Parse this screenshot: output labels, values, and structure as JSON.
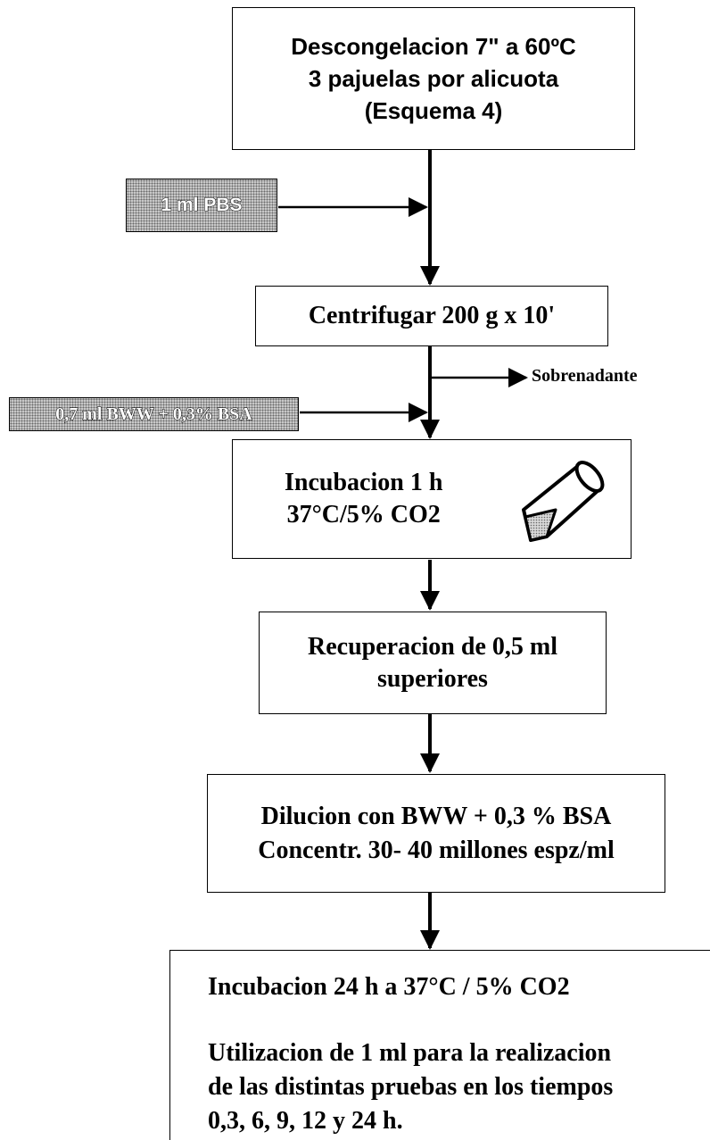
{
  "steps": {
    "thaw": {
      "line1": "Descongelacion  7\" a 60ºC",
      "line2": "3 pajuelas por alicuota",
      "line3": "(Esquema 4)"
    },
    "centrifuge": {
      "text": "Centrifugar 200 g x 10'"
    },
    "incubation1": {
      "line1": "Incubacion 1 h",
      "line2": "37°C/5% CO2"
    },
    "recovery": {
      "line1": "Recuperacion de 0,5 ml",
      "line2": "superiores"
    },
    "dilution": {
      "line1": "Dilucion con BWW + 0,3 % BSA",
      "line2": "Concentr. 30- 40 millones espz/ml"
    },
    "final": {
      "line1": "Incubacion 24 h a 37°C / 5% CO2",
      "line2": "Utilizacion de 1 ml para la realizacion",
      "line3": "de las distintas pruebas en los tiempos",
      "line4": "0,3, 6, 9, 12 y 24 h."
    }
  },
  "inputs": {
    "pbs": "1 ml PBS",
    "bww": "0,7 ml BWW + 0,3% BSA"
  },
  "outputs": {
    "supernatant": "Sobrenadante"
  },
  "icons": {
    "tube": "test-tube-icon"
  },
  "colors": {
    "input_fill": "#c8c8c8",
    "line": "#000000"
  }
}
